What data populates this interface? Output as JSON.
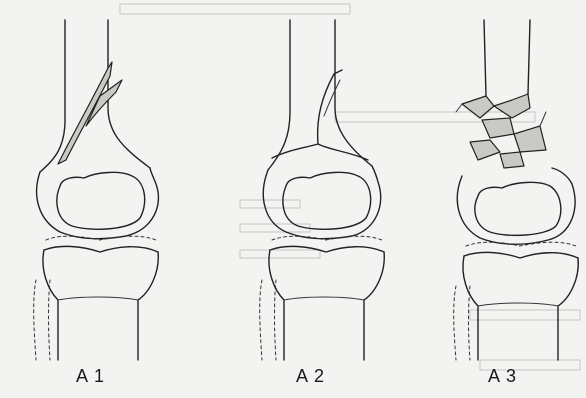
{
  "panels": [
    {
      "id": "A1",
      "label": "A 1"
    },
    {
      "id": "A2",
      "label": "A 2"
    },
    {
      "id": "A3",
      "label": "A 3"
    }
  ],
  "colors": {
    "background": "#f3f3f1",
    "line": "#222222",
    "fragment_fill": "#c9c9c6",
    "show_through": "#c4c4c2"
  }
}
